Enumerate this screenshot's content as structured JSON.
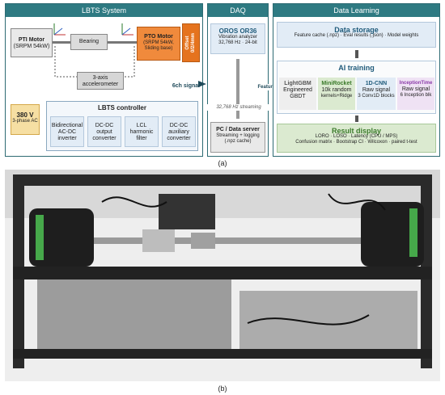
{
  "figure_label_a": "(a)",
  "figure_label_b": "(b)",
  "lbts": {
    "header": "LBTS System",
    "pti_title": "PTI Motor",
    "pti_sub": "(SRPM 54kW)",
    "bearing": "Bearing",
    "pto_title": "PTO Motor",
    "pto_sub1": "(SRPM 54kW,",
    "pto_sub2": "Sliding base)",
    "offset1": "Offset",
    "offset2": "0/2/4mm",
    "accel": "3-axis",
    "accel2": "accelerometer",
    "signal": "6ch signal",
    "volt1": "380 V",
    "volt2": "3-phase AC",
    "controller": "LBTS controller",
    "conv1a": "Bidirectional",
    "conv1b": "AC-DC",
    "conv1c": "inverter",
    "conv2a": "DC-DC",
    "conv2b": "output",
    "conv2c": "converter",
    "conv3a": "LCL",
    "conv3b": "harmonic",
    "conv3c": "filter",
    "conv4a": "DC-DC",
    "conv4b": "auxiliary",
    "conv4c": "converter"
  },
  "daq": {
    "header": "DAQ",
    "oros_title": "OROS OR36",
    "oros_1": "Vibration analyzer",
    "oros_2": "32,768 Hz · 24-bit",
    "stream": "32,768 Hz streaming",
    "pc_title": "PC / Data server",
    "pc_1": "Streaming + logging",
    "pc_2": "(.npz cache)",
    "features": "Features"
  },
  "learning": {
    "header": "Data Learning",
    "storage_title": "Data storage",
    "storage_sub": "Feature cache (.npz) · Eval results (.json) · Model weights",
    "ai_title": "AI training",
    "m1_title": "LightGBM",
    "m1_a": "Engineered",
    "m1_b": "GBDT",
    "m2_title": "MiniRocket",
    "m2_a": "10k random",
    "m2_b": "kernels+Ridge",
    "m3_title": "1D-CNN",
    "m3_a": "Raw signal",
    "m3_b": "3 Conv1D blocks",
    "m4_title": "InceptionTime",
    "m4_a": "Raw signal",
    "m4_b": "6 Inception blk",
    "result_title": "Result display",
    "result_1": "LORO · LOSO · Latency (CPU / MPS)",
    "result_2": "Confusion matrix · Bootstrap CI · Wilcoxon · paired t-test"
  },
  "colors": {
    "teal": "#2e7a82",
    "orange": "#f08a3c",
    "green": "#dbead0",
    "blue": "#e2ecf6",
    "yellow": "#f6dfa3"
  }
}
